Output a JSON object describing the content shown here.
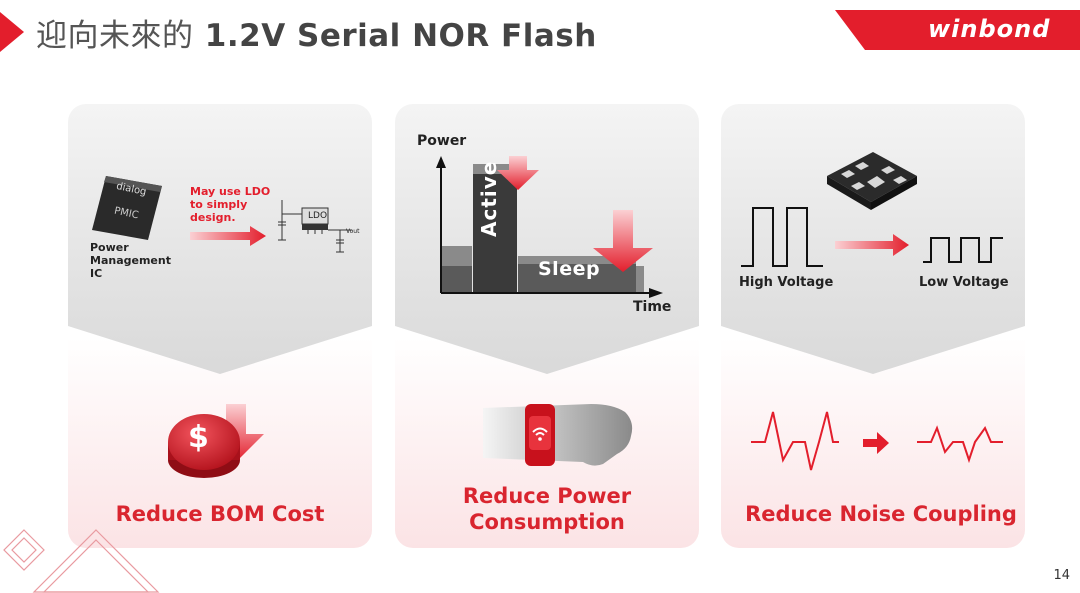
{
  "header": {
    "title_cjk": "迎向未來的",
    "title_main": "1.2V Serial NOR Flash",
    "brand": "winbond"
  },
  "card_bom": {
    "chip_brand": "dialog",
    "chip_label": "PMIC",
    "chip_caption": "Power Management IC",
    "note": "May use LDO to simply design.",
    "ldo_label": "LDO",
    "vout_label": "Vout",
    "caption": "Reduce BOM Cost",
    "coin_symbol": "$"
  },
  "card_power": {
    "y_axis": "Power",
    "x_axis": "Time",
    "active_label": "Active",
    "sleep_label": "Sleep",
    "caption_line1": "Reduce Power",
    "caption_line2": "Consumption"
  },
  "card_noise": {
    "high_label": "High Voltage",
    "low_label": "Low Voltage",
    "caption": "Reduce Noise Coupling"
  },
  "footer": {
    "page_number": "14"
  },
  "colors": {
    "accent_red": "#e31e2c",
    "caption_red": "#d9252f",
    "card_gray": "#ececec"
  }
}
